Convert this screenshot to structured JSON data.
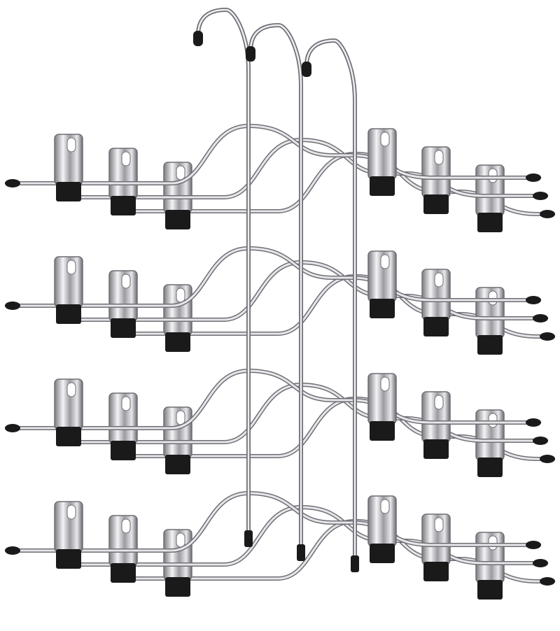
{
  "image": {
    "subject": "hanger-set",
    "colors": {
      "background": "#ffffff",
      "metal": "#c8c8cc",
      "metal_dark": "#6e6e74",
      "rubber": "#1a1a1a"
    },
    "hangers": 3,
    "tiers": 4,
    "clips_per_bar": 2
  }
}
